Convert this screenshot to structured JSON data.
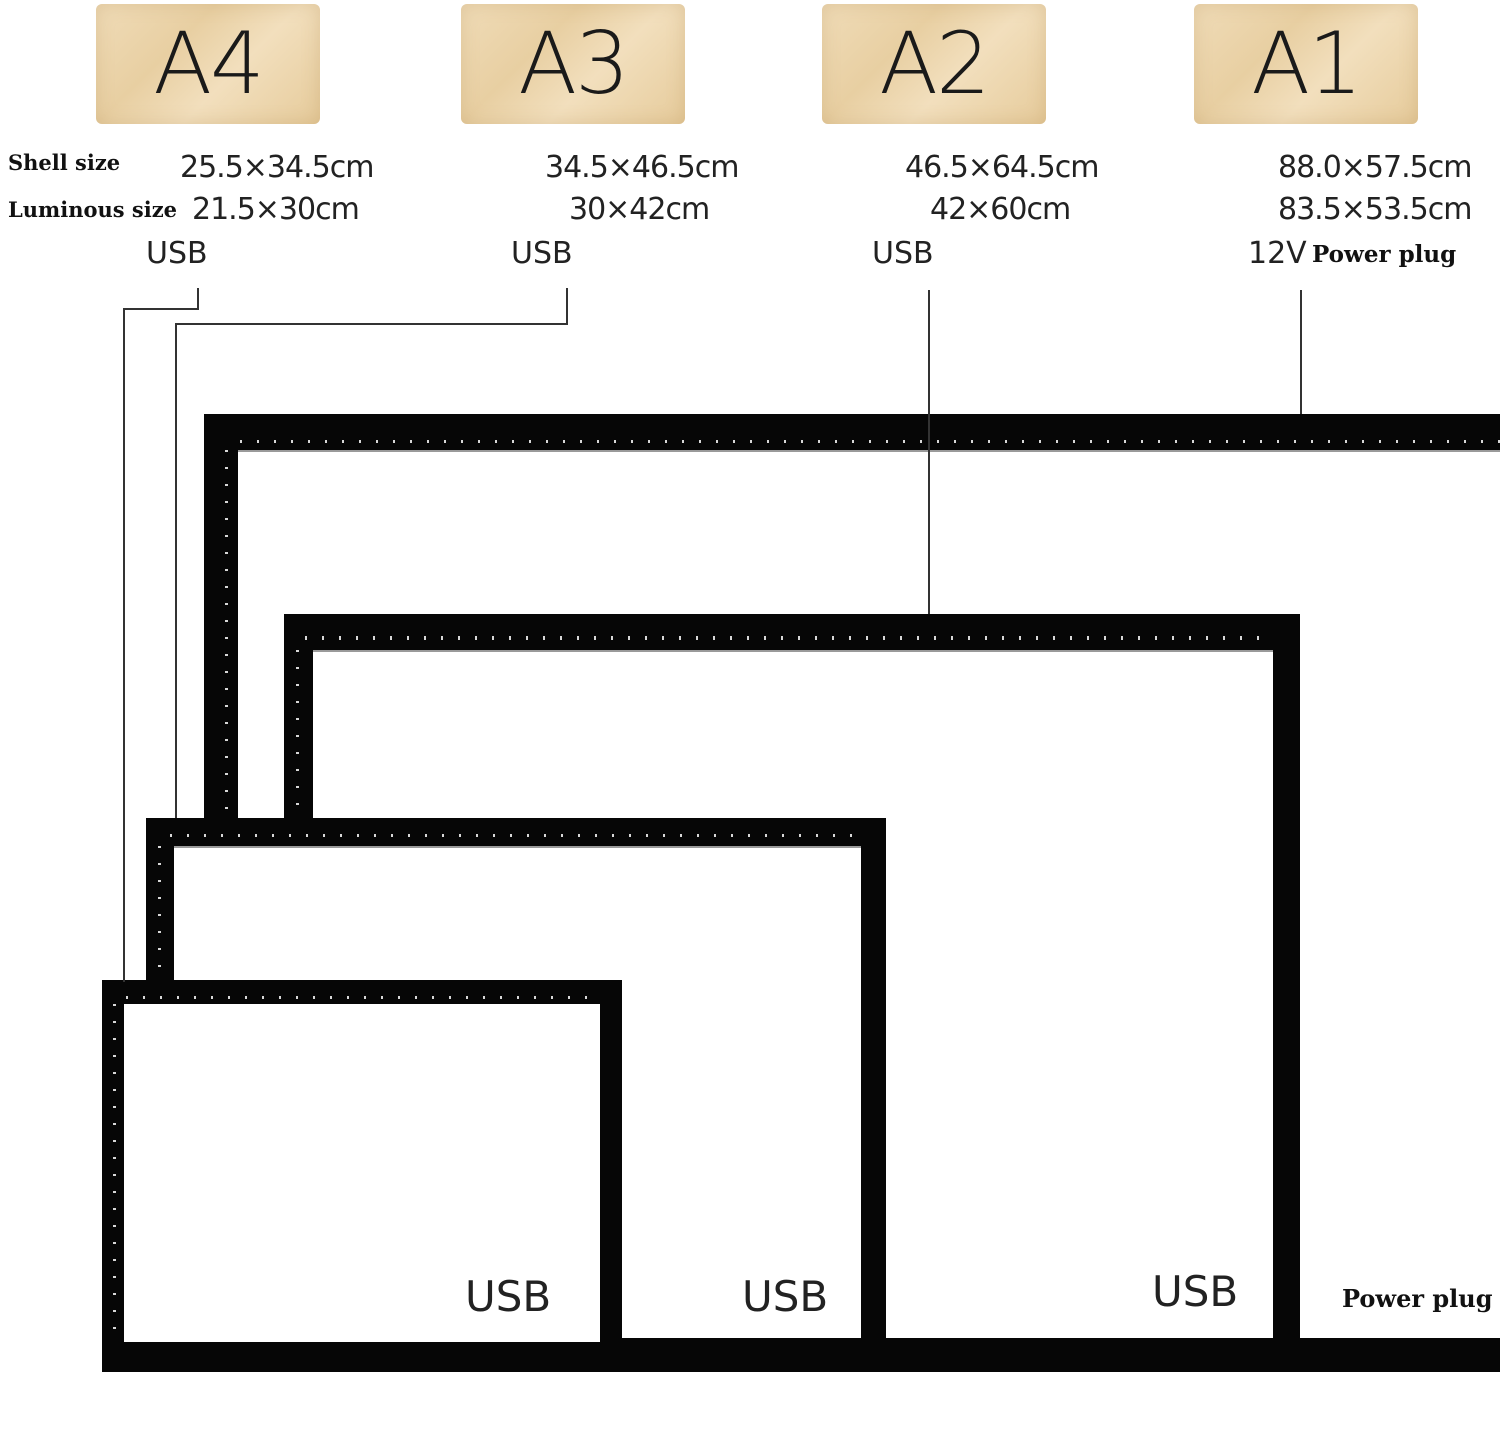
{
  "sizes": [
    {
      "name": "A4",
      "shell": "25.5×34.5cm",
      "luminous": "21.5×30cm",
      "connector": "USB"
    },
    {
      "name": "A3",
      "shell": "34.5×46.5cm",
      "luminous": "30×42cm",
      "connector": "USB"
    },
    {
      "name": "A2",
      "shell": "46.5×64.5cm",
      "luminous": "42×60cm",
      "connector": "USB"
    },
    {
      "name": "A1",
      "shell": "88.0×57.5cm",
      "luminous": "83.5×53.5cm",
      "connector_voltage": "12V",
      "connector": "Power plug"
    }
  ],
  "labels": {
    "shell_size": "Shell size",
    "luminous_size": "Luminous size"
  },
  "boards": {
    "a4_port": "USB",
    "a3_port": "USB",
    "a2_port": "USB",
    "a1_port": "Power plug"
  },
  "colors": {
    "frame": "#060606",
    "tile_wood": "#ecd5ab",
    "screen": "#ffffff"
  }
}
